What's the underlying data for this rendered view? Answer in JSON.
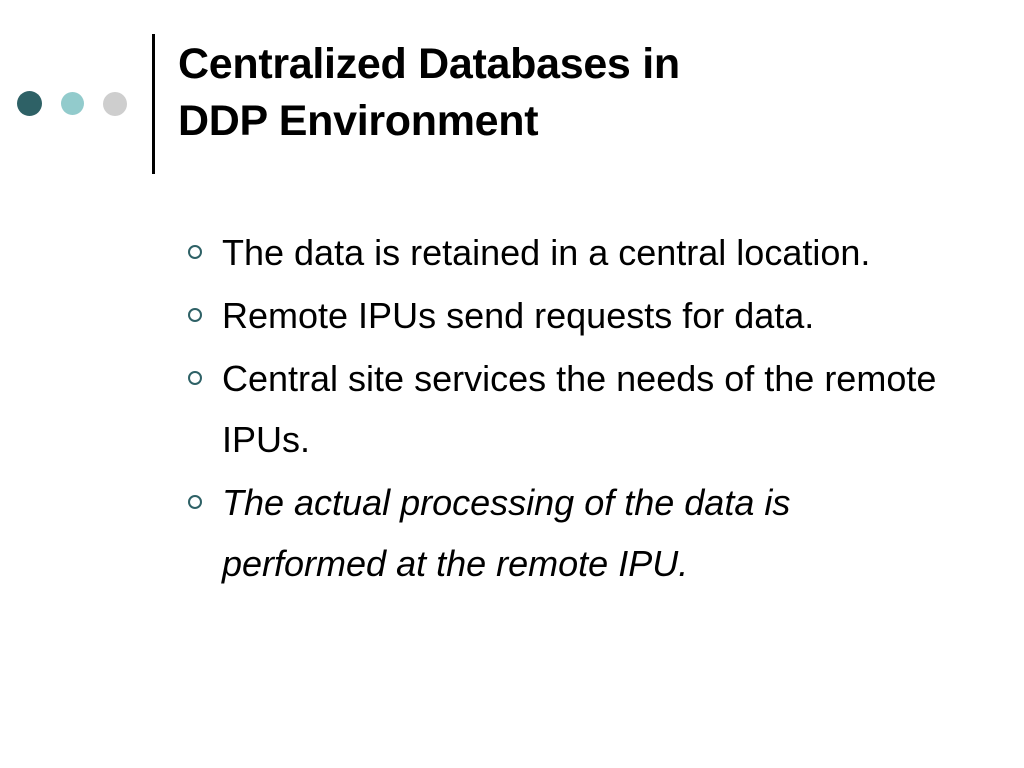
{
  "slide": {
    "background_color": "#FFFFFF",
    "title": "Centralized Databases in\nDDP Environment",
    "title_color": "#000000",
    "rule_color": "#000000",
    "decor_dots": [
      {
        "name": "dot-dark-teal",
        "color": "#2E6166"
      },
      {
        "name": "dot-light-teal",
        "color": "#92CBCC"
      },
      {
        "name": "dot-gray",
        "color": "#CECECE"
      }
    ],
    "bullet_marker_color": "#2E6166",
    "bullets": [
      {
        "text": "The data is retained in a central location.",
        "italic": false
      },
      {
        "text": "Remote IPUs send requests for data.",
        "italic": false
      },
      {
        "text": "Central site services the needs of the remote IPUs.",
        "italic": false
      },
      {
        "text": "The actual processing of the data is performed at the remote IPU.",
        "italic": true
      }
    ]
  }
}
